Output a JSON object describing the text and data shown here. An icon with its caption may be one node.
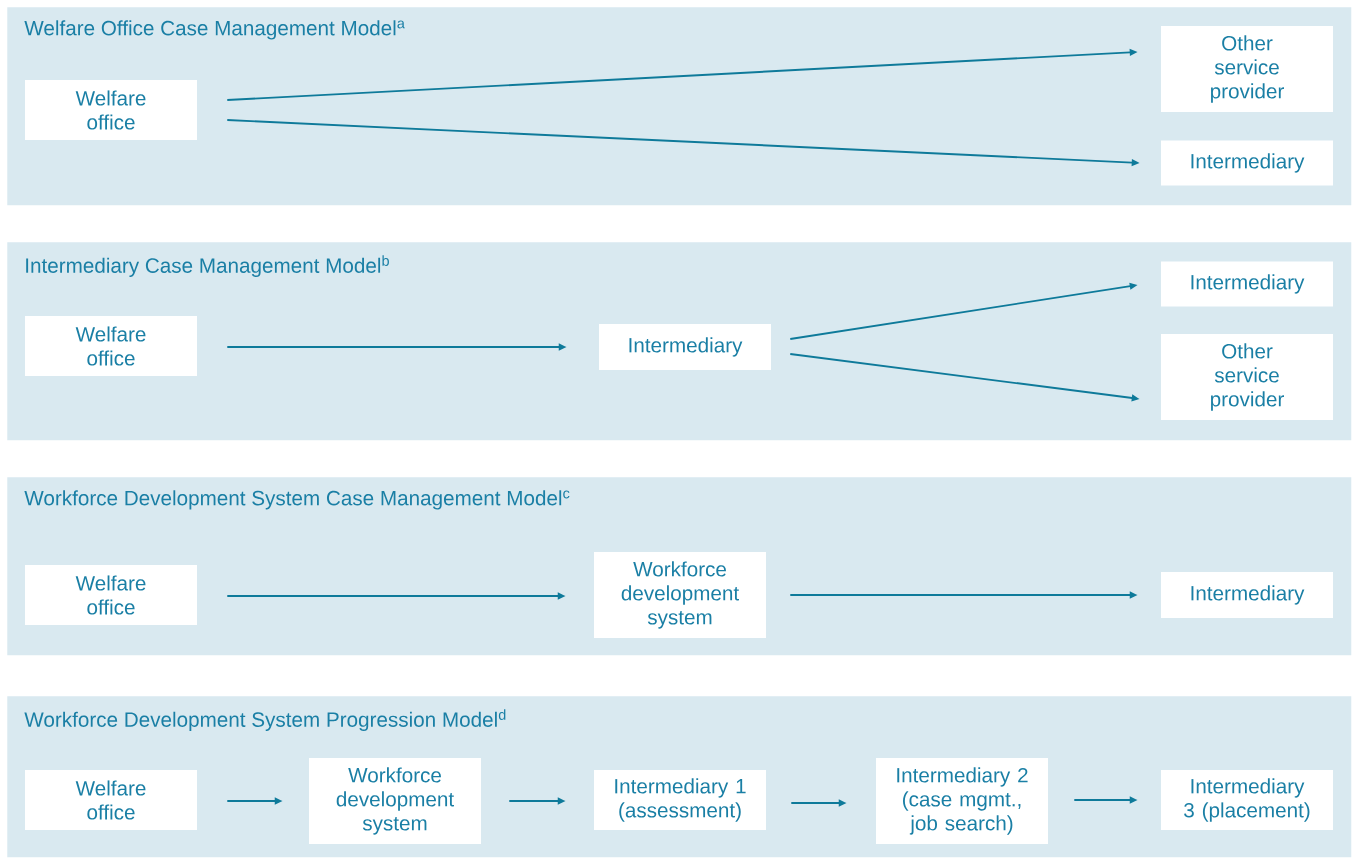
{
  "diagram": {
    "nodes": [
      {
        "text": [
          "Welfare Office Case Management Model$^{a}$"
        ]
      },
      {
        "text": [
          "Welfare office"
        ],
        "in": 0
      },
      {
        "text": [
          "Other service provider"
        ],
        "in": 0
      },
      {
        "text": [
          "Intermediary"
        ],
        "in": 0
      },
      {
        "text": [
          "Intermediary Case Management Model$^{b}$"
        ]
      },
      {
        "text": [
          "Welfare office"
        ],
        "in": 4
      },
      {
        "text": [
          "Intermediary"
        ],
        "in": 4
      },
      {
        "text": [
          "Intermediary"
        ],
        "in": 4
      },
      {
        "text": [
          "Other service provider"
        ],
        "in": 4
      },
      {
        "text": [
          "Workforce Development System Case Management Model$^{c}$"
        ]
      },
      {
        "text": [
          "Welfare office"
        ],
        "in": 9
      },
      {
        "text": [
          "Workforce development system"
        ],
        "in": 9
      },
      {
        "text": [
          "Intermediary"
        ],
        "in": 9
      },
      {
        "text": [
          "Workforce Development System Progression Model$^{d}$"
        ]
      },
      {
        "text": [
          "Welfare office"
        ],
        "in": 13
      },
      {
        "text": [
          "Workforce development system"
        ],
        "in": 13
      },
      {
        "text": [
          "Intermediary 1 (assessment)"
        ],
        "in": 13
      },
      {
        "text": [
          "Intermediary 2 (case mgmt., job search)"
        ],
        "in": 13
      },
      {
        "text": [
          "Intermediary 3 (placement)"
        ],
        "in": 13
      }
    ],
    "edges": [
      {
        "from": 1,
        "to": 2,
        "arrow": "to"
      },
      {
        "from": 1,
        "to": 3,
        "arrow": "to"
      },
      {
        "from": 5,
        "to": 6,
        "arrow": "to"
      },
      {
        "from": 6,
        "to": 7,
        "arrow": "to"
      },
      {
        "from": 6,
        "to": 8,
        "arrow": "to"
      },
      {
        "from": 10,
        "to": 11,
        "arrow": "to"
      },
      {
        "from": 11,
        "to": 12,
        "arrow": "to"
      },
      {
        "from": 14,
        "to": 15,
        "arrow": "to"
      },
      {
        "from": 15,
        "to": 16,
        "arrow": "to"
      },
      {
        "from": 16,
        "to": 17,
        "arrow": "to"
      },
      {
        "from": 17,
        "to": 18,
        "arrow": "to"
      }
    ]
  }
}
